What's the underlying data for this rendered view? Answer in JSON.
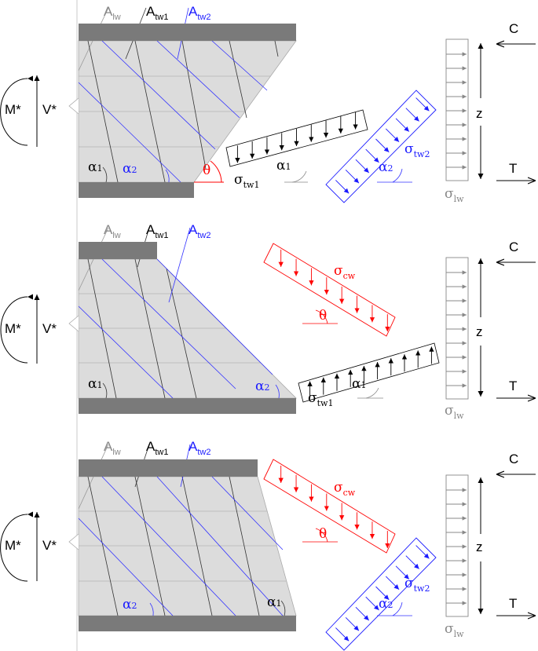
{
  "colors": {
    "black": "#000000",
    "gray": "#888888",
    "blue": "#1a1aff",
    "red": "#ff0000",
    "concrete": "#dcdcdc",
    "steel": "#7a7a7a",
    "grid": "#b5b5b5"
  },
  "labels": {
    "moment": "M*",
    "shear": "V*",
    "lever_arm": "z",
    "compression": "C",
    "tension": "T",
    "alpha_sym": "α",
    "alpha1_sub": "1",
    "alpha2_sub": "2",
    "theta": "θ",
    "A_sym": "A",
    "sigma_sym": "σ",
    "sub_lw": "lw",
    "sub_tw1": "tw1",
    "sub_tw2": "tw2",
    "sub_cw": "cw"
  },
  "panels": [
    {
      "id": "top",
      "has_A_labels": true,
      "has_sigma_cw": false
    },
    {
      "id": "middle",
      "has_A_labels": true,
      "has_sigma_cw": true
    },
    {
      "id": "bottom",
      "has_A_labels": true,
      "has_sigma_cw": true
    }
  ]
}
